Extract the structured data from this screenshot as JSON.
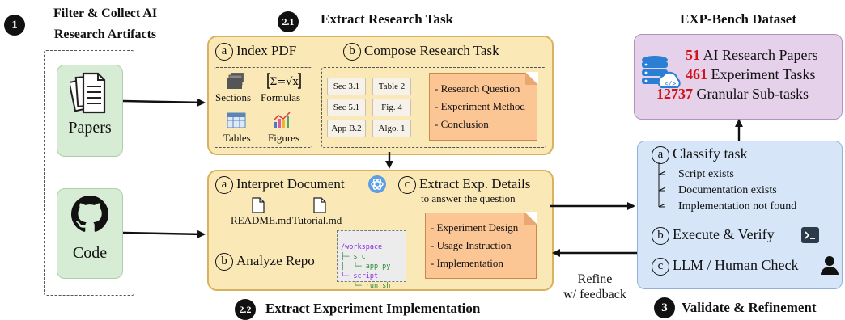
{
  "step1": {
    "num": "1",
    "title_line1": "Filter & Collect AI",
    "title_line2": "Research Artifacts"
  },
  "papers_label": "Papers",
  "code_label": "Code",
  "step21": {
    "num": "2.1",
    "title": "Extract Research Task"
  },
  "index_pdf": {
    "letter": "a",
    "title": "Index PDF",
    "items": [
      "Sections",
      "Formulas",
      "Tables",
      "Figures"
    ]
  },
  "compose": {
    "letter": "b",
    "title": "Compose Research Task",
    "chips": [
      "Sec 3.1",
      "Table 2",
      "Sec 5.1",
      "Fig. 4",
      "App B.2",
      "Algo. 1"
    ],
    "note": [
      "- Research Question",
      "- Experiment Method",
      "- Conclusion"
    ]
  },
  "interpret": {
    "letter": "a",
    "title": "Interpret Document",
    "files": [
      "README.md",
      "Tutorial.md"
    ]
  },
  "extract_exp": {
    "letter": "c",
    "title": "Extract Exp. Details",
    "subtitle": "to answer the question",
    "note": [
      "- Experiment Design",
      "- Usage Instruction",
      "- Implementation"
    ]
  },
  "analyze": {
    "letter": "b",
    "title": "Analyze Repo",
    "tree": [
      "/workspace",
      "├─ src",
      "│  └─ app.py",
      "└─ script",
      "   └─ run.sh"
    ]
  },
  "step22": {
    "num": "2.2",
    "title": "Extract Experiment Implementation"
  },
  "dataset": {
    "title": "EXP-Bench Dataset",
    "rows": [
      {
        "num": "51",
        "label": " AI Research Papers"
      },
      {
        "num": "461",
        "label": " Experiment Tasks"
      },
      {
        "num": "12737",
        "label": " Granular Sub-tasks"
      }
    ]
  },
  "validate": {
    "classify": {
      "letter": "a",
      "title": "Classify task",
      "items": [
        "Script exists",
        "Documentation exists",
        "Implementation not found"
      ]
    },
    "execute": {
      "letter": "b",
      "title": "Execute & Verify"
    },
    "check": {
      "letter": "c",
      "title": "LLM / Human Check"
    }
  },
  "refine_label_line1": "Refine",
  "refine_label_line2": "w/ feedback",
  "step3": {
    "num": "3",
    "title": "Validate & Refinement"
  },
  "colors": {
    "yellow_box": "#fbe8b7",
    "purple_box": "#e5d1ea",
    "blue_box": "#d6e6f8",
    "green_box": "#d7ecd4",
    "orange_note": "#fbc594",
    "accent_red": "#d0141b"
  },
  "icons": [
    "document-stack-icon",
    "github-icon",
    "database-cloud-icon",
    "folder-icon",
    "formula-icon",
    "table-icon",
    "chart-icon",
    "file-icon",
    "openai-icon",
    "terminal-icon",
    "person-icon"
  ]
}
